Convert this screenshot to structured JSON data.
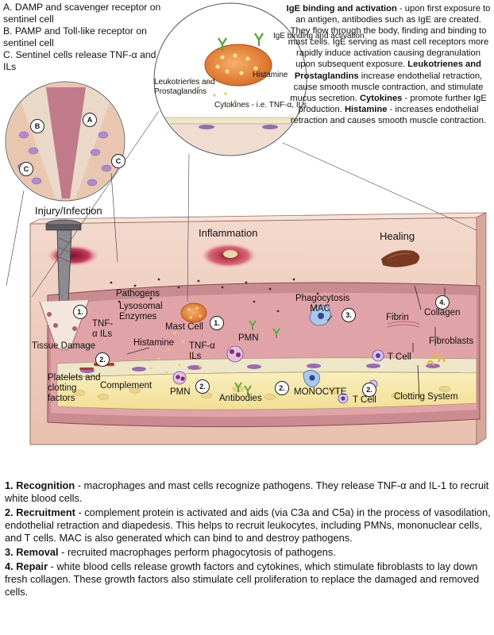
{
  "sentinel": {
    "a": "A. DAMP and scavenger receptor on sentinel cell",
    "b": "B. PAMP and Toll-like receptor on sentinel cell",
    "c": "C. Sentinel cells release TNF-α and ILs",
    "markers": [
      "A",
      "B",
      "C",
      "C"
    ]
  },
  "mast_cell_inset": {
    "ige_binding": "IgE binding and activation",
    "histamine": "Histamine",
    "leukotrienes": "Leukotrienes and Prostaglandins",
    "cytokines": "Cytokines - i.e. TNF-α, ILs"
  },
  "ige_description": {
    "ige_title": "IgE binding and activation",
    "ige_body": " - upon first exposure to an antigen, antibodies such as IgE are created. They flow through the body, finding and binding to mast  cells. IgE serving as mast cell  receptors more rapidly induce activation causing degranulation upon subsequent exposure.",
    "leuko_title": "Leukotrienes and Prostaglandins",
    "leuko_body": " increase endothelial retraction, cause smooth muscle contraction, and stimulate mucus secretion.",
    "cyto_title": "Cytokines",
    "cyto_body": " - promote further IgE production.",
    "hist_title": "Histamine",
    "hist_body": " - increases endothelial retraction and causes smooth muscle contraction."
  },
  "stages": {
    "injury": "Injury/Infection",
    "inflammation": "Inflammation",
    "healing": "Healing"
  },
  "tissue_labels": {
    "pathogens": "Pathogens",
    "lysosomal": "Lysosomal Enzymes",
    "tnf_ils_left": "TNF-α ILs",
    "tissue_damage": "Tissue Damage",
    "mast_cell": "Mast Cell",
    "histamine": "Histamine",
    "tnf_ils_mid": "TNF-α ILs",
    "pmn_upper": "PMN",
    "phagocytosis": "Phagocytosis MAC",
    "fibrin": "Fibrin",
    "collagen": "Collagen",
    "fibroblasts": "Fibroblasts",
    "t_cell_upper": "T Cell",
    "platelets": "Platelets and clotting factors",
    "complement": "Complement",
    "pmn_lower": "PMN",
    "antibodies": "Antibodies",
    "monocyte": "MONOCYTE",
    "t_cell_lower": "T Cell",
    "clotting": "Clotting System"
  },
  "step_markers": {
    "one_a": "1.",
    "one_b": "1.",
    "two_a": "2.",
    "two_b": "2.",
    "two_c": "2.",
    "two_d": "2.",
    "three": "3.",
    "four": "4."
  },
  "steps": [
    {
      "title": "1. Recognition",
      "body": " - macrophages and mast cells recognize pathogens.  They release TNF-α and IL-1 to recruit white blood cells."
    },
    {
      "title": "2. Recruitment",
      "body": " - complement protein is activated and aids (via C3a and C5a) in the process of vasodilation,  endothelial retraction and diapedesis. This helps to recruit leukocytes, including PMNs,  mononuclear cells, and T cells. MAC is also generated which can bind to and destroy pathogens."
    },
    {
      "title": "3. Removal",
      "body": " - recruited macrophages perform phagocytosis of pathogens."
    },
    {
      "title": "4. Repair",
      "body": " - white blood cells release growth factors and cytokines, which stimulate fibroblasts to lay down fresh collagen. These growth factors also stimulate cell proliferation to replace the damaged and removed cells."
    }
  ],
  "colors": {
    "skin": "#f0cfc0",
    "vessel": "#c98a90",
    "blood": "#f6e6a8",
    "endothelium": "#ede6c8",
    "wound": "#b23050",
    "scab": "#7a3a22",
    "mast_cell": "#e98a3c"
  }
}
